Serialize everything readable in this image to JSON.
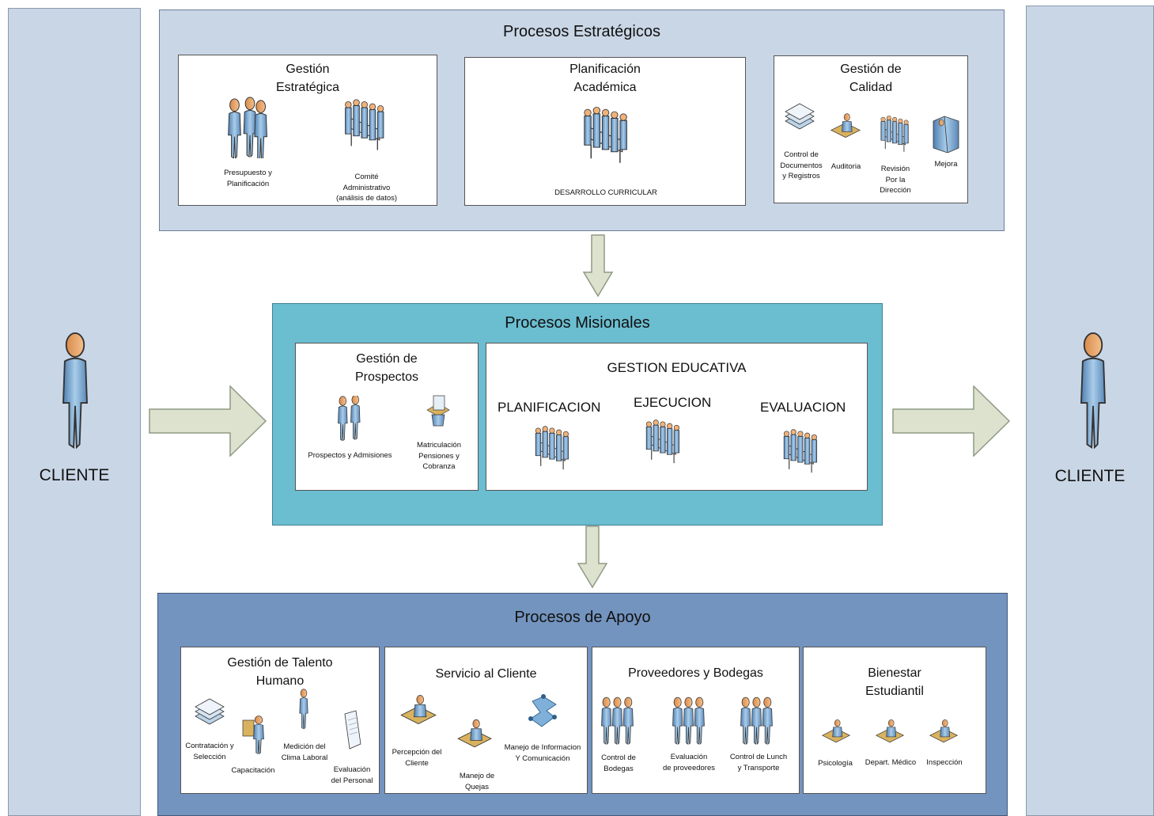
{
  "client": {
    "left_label": "CLIENTE",
    "right_label": "CLIENTE"
  },
  "strategic": {
    "title": "Procesos Estratégicos",
    "boxes": [
      {
        "title_1": "Gestión",
        "title_2": "Estratégica",
        "items": [
          {
            "lines": [
              "Presupuesto y",
              "Planificación"
            ],
            "icon": "people-group-icon"
          },
          {
            "lines": [
              "Comité",
              "Administrativo",
              "(análisis de datos)"
            ],
            "icon": "meeting-table-icon"
          }
        ]
      },
      {
        "title_1": "Planificación",
        "title_2": "Académica",
        "items": [
          {
            "lines": [
              "DESARROLLO CURRICULAR"
            ],
            "icon": "meeting-table-icon"
          }
        ]
      },
      {
        "title_1": "Gestión de",
        "title_2": "Calidad",
        "items": [
          {
            "lines": [
              "Control de",
              "Documentos",
              "y Registros"
            ],
            "icon": "document-stack-icon"
          },
          {
            "lines": [
              "Auditoria"
            ],
            "icon": "person-at-desk-icon"
          },
          {
            "lines": [
              "Revisión",
              "Por la",
              "Dirección"
            ],
            "icon": "meeting-table-icon"
          },
          {
            "lines": [
              "Mejora"
            ],
            "icon": "server-rack-icon"
          }
        ]
      }
    ]
  },
  "mission": {
    "title": "Procesos Misionales",
    "prospects": {
      "title_1": "Gestión de",
      "title_2": "Prospectos",
      "items": [
        {
          "lines": [
            "Prospectos y Admisiones"
          ],
          "icon": "handshake-people-icon"
        },
        {
          "lines": [
            "Matriculación",
            "Pensiones y",
            "Cobranza"
          ],
          "icon": "money-handling-icon"
        }
      ]
    },
    "education": {
      "title": "GESTION EDUCATIVA",
      "stages": [
        "PLANIFICACION",
        "EJECUCION",
        "EVALUACION"
      ]
    }
  },
  "support": {
    "title": "Procesos de Apoyo",
    "talent": {
      "title_1": "Gestión de Talento",
      "title_2": "Humano",
      "items": [
        {
          "lines": [
            "Contratación y",
            "Selección"
          ],
          "icon": "document-stack-icon"
        },
        {
          "lines": [
            "Capacitación"
          ],
          "icon": "presenter-board-icon"
        },
        {
          "lines": [
            "Medición del",
            "Clima Laboral"
          ],
          "icon": "person-icon"
        },
        {
          "lines": [
            "Evaluación",
            "del Personal"
          ],
          "icon": "document-page-icon"
        }
      ]
    },
    "service": {
      "title": "Servicio al Cliente",
      "items": [
        {
          "lines": [
            "Percepción del",
            "Cliente"
          ],
          "icon": "person-at-desk-icon"
        },
        {
          "lines": [
            "Manejo de",
            "Quejas"
          ],
          "icon": "person-at-desk-icon"
        },
        {
          "lines": [
            "Manejo de Informacion",
            "Y Comunicación"
          ],
          "icon": "network-icon"
        }
      ]
    },
    "suppliers": {
      "title": "Proveedores y Bodegas",
      "items": [
        {
          "lines": [
            "Control de",
            "Bodegas"
          ],
          "icon": "workers-group-icon"
        },
        {
          "lines": [
            "Evaluación",
            "de proveedores"
          ],
          "icon": "workers-group-icon"
        },
        {
          "lines": [
            "Control de Lunch",
            "y Transporte"
          ],
          "icon": "workers-group-icon"
        }
      ]
    },
    "welfare": {
      "title_1": "Bienestar",
      "title_2": "Estudiantil",
      "items": [
        {
          "lines": [
            "Psicología"
          ],
          "icon": "person-at-desk-icon"
        },
        {
          "lines": [
            "Depart. Médico"
          ],
          "icon": "person-at-desk-icon"
        },
        {
          "lines": [
            "Inspección"
          ],
          "icon": "person-at-desk-icon"
        }
      ]
    }
  },
  "colors": {
    "client_bg": "#c9d6e6",
    "strategic_bg": "#c9d6e6",
    "mission_bg": "#6bbdd0",
    "support_bg": "#7394bf",
    "arrow_fill": "#dde2cf",
    "arrow_stroke": "#8f9a84"
  }
}
